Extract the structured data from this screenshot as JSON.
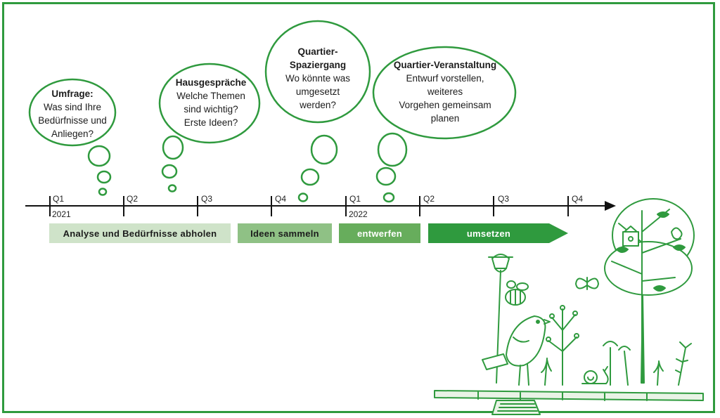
{
  "colors": {
    "frame": "#2f9a3e",
    "bubble_stroke": "#2f9a3e",
    "axis": "#111111",
    "phase_1": "#cfe3c9",
    "phase_2": "#8fc185",
    "phase_3": "#67ad5c",
    "phase_4": "#2f9a3e",
    "illustration": "#2f9a3e"
  },
  "bubbles": [
    {
      "title": "Umfrage:",
      "lines": [
        "Was sind Ihre",
        "Bedürfnisse und",
        "Anliegen?"
      ]
    },
    {
      "title": "Hausgespräche",
      "lines": [
        "Welche Themen",
        "sind wichtig?",
        "Erste Ideen?"
      ]
    },
    {
      "title_lines": [
        "Quartier-",
        "Spaziergang"
      ],
      "lines": [
        "Wo könnte was",
        "umgesetzt",
        "werden?"
      ]
    },
    {
      "title": "Quartier-Veranstaltung",
      "lines": [
        "Entwurf vorstellen,",
        "weiteres",
        "Vorgehen gemeinsam",
        "planen"
      ]
    }
  ],
  "timeline": {
    "quarters": [
      "Q1",
      "Q2",
      "Q3",
      "Q4",
      "Q1",
      "Q2",
      "Q3",
      "Q4"
    ],
    "years": [
      "2021",
      "2022"
    ]
  },
  "phases": [
    {
      "label": "Analyse und Bedürfnisse abholen"
    },
    {
      "label": "Ideen sammeln"
    },
    {
      "label": "entwerfen"
    },
    {
      "label": "umsetzen"
    }
  ],
  "illustration_icons": [
    "tree-icon",
    "bird-icon",
    "street-lamp-icon",
    "bee-icon",
    "butterfly-icon",
    "snail-icon",
    "flower-icon",
    "bench-icon"
  ]
}
